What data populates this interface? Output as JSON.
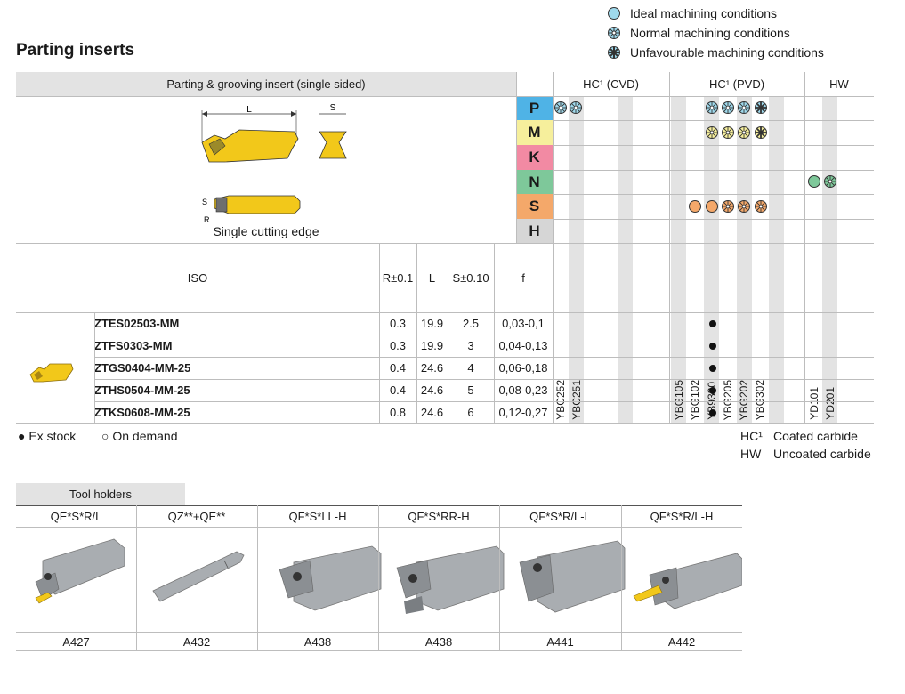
{
  "page_title": "Parting inserts",
  "legend": [
    {
      "label": "Ideal machining conditions",
      "icon": "ideal-condition-icon"
    },
    {
      "label": "Normal machining conditions",
      "icon": "normal-condition-icon"
    },
    {
      "label": "Unfavourable machining conditions",
      "icon": "unfavourable-condition-icon"
    }
  ],
  "insert_table": {
    "header": "Parting & grooving insert (single sided)",
    "drawing_labels": {
      "length": "L",
      "width": "S",
      "width_side": "S",
      "radius": "R"
    },
    "caption": "Single cutting edge",
    "groups": [
      {
        "label": "HC¹ (CVD)"
      },
      {
        "label": "HC¹ (PVD)"
      },
      {
        "label": "HW"
      }
    ],
    "materials": [
      {
        "code": "P",
        "color": "#4fb3e6"
      },
      {
        "code": "M",
        "color": "#f6ef9c"
      },
      {
        "code": "K",
        "color": "#f28aa3"
      },
      {
        "code": "N",
        "color": "#7ec89a"
      },
      {
        "code": "S",
        "color": "#f4a86a"
      },
      {
        "code": "H",
        "color": "#d6d6d6"
      }
    ],
    "grades": [
      "YBC252",
      "YBC251",
      "YBG105",
      "YBG102",
      "YB9320",
      "YBG205",
      "YBG202",
      "YBG302",
      "YD101",
      "YD201"
    ],
    "col_headers": {
      "iso": "ISO",
      "r": "R±0.1",
      "l": "L",
      "s": "S±0.10",
      "f": "f"
    },
    "rows": [
      {
        "iso": "ZTES02503-MM",
        "r": "0.3",
        "l": "19.9",
        "s": "2.5",
        "f": "0,03-0,1"
      },
      {
        "iso": "ZTFS0303-MM",
        "r": "0.3",
        "l": "19.9",
        "s": "3",
        "f": "0,04-0,13"
      },
      {
        "iso": "ZTGS0404-MM-25",
        "r": "0.4",
        "l": "24.6",
        "s": "4",
        "f": "0,06-0,18"
      },
      {
        "iso": "ZTHS0504-MM-25",
        "r": "0.4",
        "l": "24.6",
        "s": "5",
        "f": "0,08-0,23"
      },
      {
        "iso": "ZTKS0608-MM-25",
        "r": "0.8",
        "l": "24.6",
        "s": "6",
        "f": "0,12-0,27"
      }
    ]
  },
  "stock_legend": {
    "ex_stock": "● Ex stock",
    "on_demand": "○ On demand"
  },
  "abbrev": [
    {
      "code": "HC¹",
      "label": "Coated carbide"
    },
    {
      "code": "HW",
      "label": "Uncoated carbide"
    }
  ],
  "tool_holders": {
    "header": "Tool holders",
    "items": [
      {
        "name": "QE*S*R/L",
        "ref": "A427"
      },
      {
        "name": "QZ**+QE**",
        "ref": "A432"
      },
      {
        "name": "QF*S*LL-H",
        "ref": "A438"
      },
      {
        "name": "QF*S*RR-H",
        "ref": "A438"
      },
      {
        "name": "QF*S*R/L-L",
        "ref": "A441"
      },
      {
        "name": "QF*S*R/L-H",
        "ref": "A442"
      }
    ]
  },
  "colors": {
    "header_gray": "#e3e3e3",
    "insert_gold": "#f2c81a",
    "ideal": "#9fd9ec",
    "holder_gray": "#a9adb1"
  }
}
